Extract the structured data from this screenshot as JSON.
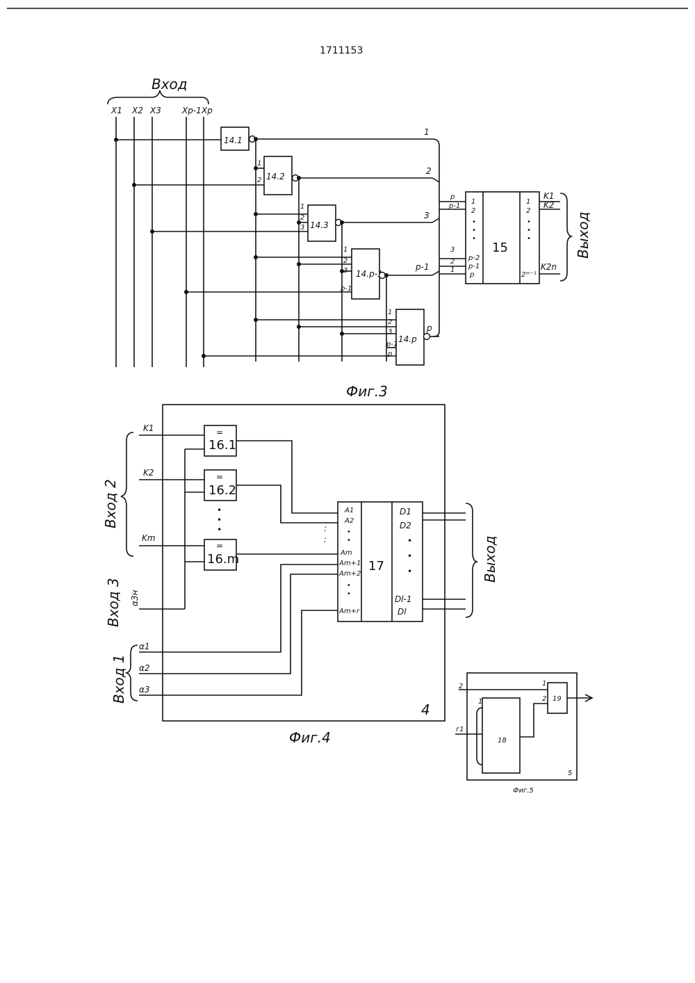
{
  "doc_number": "1711153",
  "fig3": {
    "caption": "Фиг.3",
    "input_title": "Вход",
    "inputs": [
      "X1",
      "X2",
      "X3",
      "Xp-1",
      "Xp"
    ],
    "gates": [
      "14.1",
      "14.2",
      "14.3",
      "14.p-1",
      "14.p"
    ],
    "gate_pins": {
      "g2": [
        "1",
        "2"
      ],
      "g3": [
        "1",
        "2",
        "3"
      ],
      "g4": [
        "1",
        "2",
        "3",
        "p-1"
      ],
      "g5": [
        "1",
        "2",
        "3",
        "p-1",
        "p"
      ]
    },
    "bus_labels": [
      "1",
      "2",
      "3",
      "p-1",
      "p"
    ],
    "decoder": "15",
    "decoder_in_labels": [
      "p",
      "p-1",
      "3",
      "2",
      "1"
    ],
    "decoder_in_pins": [
      "1",
      "2",
      "•",
      "•",
      "•",
      "p-2",
      "p-1",
      "p"
    ],
    "decoder_out_pins": [
      "1",
      "2",
      "•",
      "•",
      "•",
      "2ᵐ⁻¹"
    ],
    "outputs": [
      "K1",
      "K2",
      "K2n"
    ],
    "output_title": "Выход"
  },
  "fig4": {
    "caption": "Фиг.4",
    "block_number": "4",
    "input2_title": "Вход 2",
    "input2_signals": [
      "K1",
      "K2",
      "Km"
    ],
    "input3_title": "Вход 3",
    "input3_signal": "α3н",
    "input1_title": "Вход 1",
    "input1_signals": [
      "α1",
      "α2",
      "α3"
    ],
    "comparators": [
      "16.1",
      "16.2",
      "16.m"
    ],
    "comparator_symbol": "=",
    "decoder": "17",
    "decoder_in_pins": [
      "A1",
      "A2",
      "Am",
      "Am+1",
      "Am+2",
      "Am+r"
    ],
    "decoder_out_pins": [
      "D1",
      "D2",
      "Dl-1",
      "Dl"
    ],
    "output_title": "Выход"
  },
  "fig5": {
    "caption": "Фиг.5",
    "block_number": "5",
    "elements": [
      "18",
      "19"
    ],
    "inputs": [
      "2",
      "г1"
    ],
    "pins": [
      "1",
      "2",
      "1"
    ]
  }
}
